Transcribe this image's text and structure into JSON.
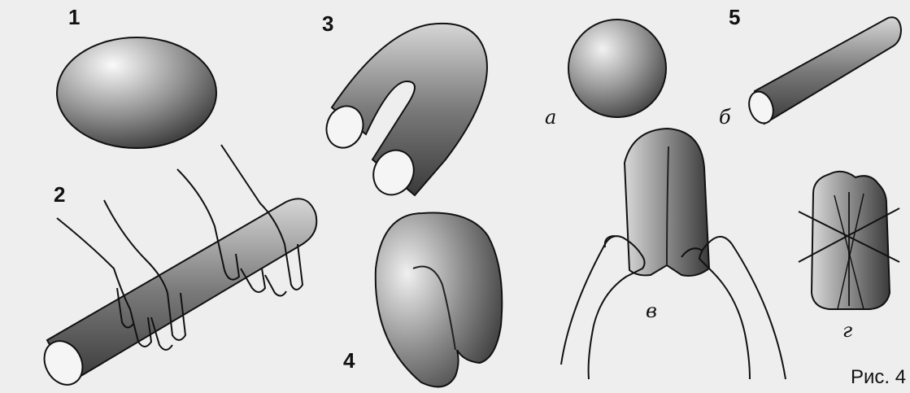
{
  "labels": {
    "step1": "1",
    "step2": "2",
    "step3": "3",
    "step4": "4",
    "step5": "5",
    "sub_a": "а",
    "sub_b": "б",
    "sub_v": "в",
    "sub_g": "г"
  },
  "caption": "Рис. 4",
  "colors": {
    "background": "#eeeeee",
    "ink": "#111111",
    "shade": "#777777"
  }
}
